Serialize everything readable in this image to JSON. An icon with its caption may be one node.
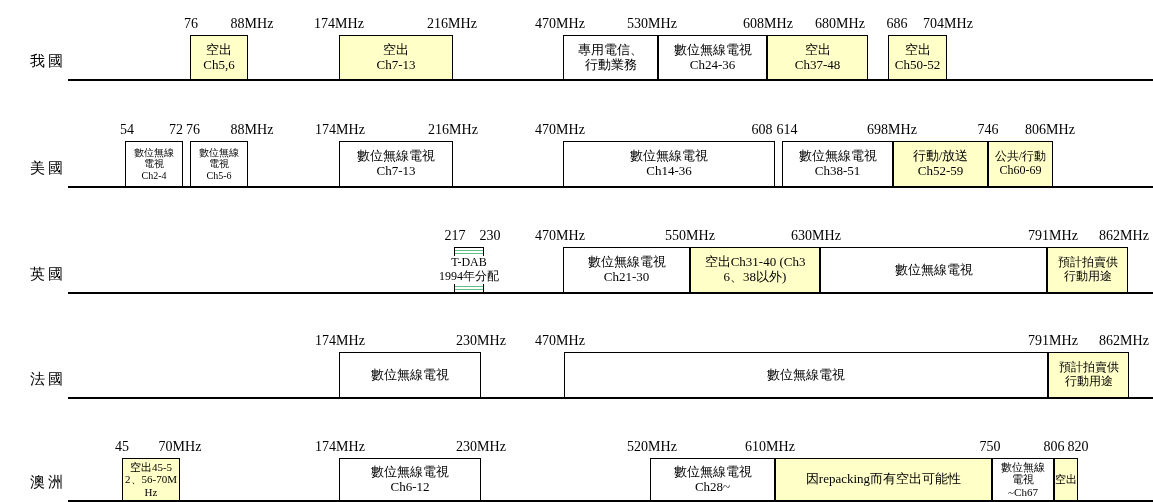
{
  "diagram": {
    "nodes": [
      {
        "text": [
          "空出",
          "Ch5,6"
        ]
      },
      {
        "text": [
          "空出",
          "Ch7-13"
        ]
      },
      {
        "text": [
          "專用電信、行動業務"
        ]
      },
      {
        "text": [
          "數位無線電視",
          "Ch24-36"
        ]
      },
      {
        "text": [
          "空出",
          "Ch37-48"
        ]
      },
      {
        "text": [
          "空出",
          "Ch50-52"
        ]
      },
      {
        "text": [
          "數位無線電視",
          "Ch2-4"
        ]
      },
      {
        "text": [
          "數位無線電視",
          "Ch5-6"
        ]
      },
      {
        "text": [
          "數位無線電視",
          "Ch7-13"
        ]
      },
      {
        "text": [
          "數位無線電視",
          "Ch14-36"
        ]
      },
      {
        "text": [
          "數位無線電視",
          "Ch38-51"
        ]
      },
      {
        "text": [
          "行動/放送",
          "Ch52-59"
        ]
      },
      {
        "text": [
          "公共/行動",
          "Ch60-69"
        ]
      },
      {
        "text": [
          "T-DAB",
          "1994年分配"
        ]
      },
      {
        "text": [
          "數位無線電視",
          "Ch21-30"
        ]
      },
      {
        "text": [
          "空出Ch31-40 (Ch36、38以外)"
        ]
      },
      {
        "text": [
          "數位無線電視"
        ]
      },
      {
        "text": [
          "預計拍賣供行動用途"
        ]
      },
      {
        "text": [
          "數位無線電視"
        ]
      },
      {
        "text": [
          "數位無線電視"
        ]
      },
      {
        "text": [
          "預計拍賣供行動用途"
        ]
      },
      {
        "text": [
          "空出45-52、56-70MHz"
        ]
      },
      {
        "text": [
          "數位無線電視",
          "Ch6-12"
        ]
      },
      {
        "text": [
          "數位無線電視",
          "Ch28~"
        ]
      },
      {
        "text": [
          "因repacking而有空出可能性"
        ]
      },
      {
        "text": [
          "數位無線電視",
          "~Ch67"
        ]
      },
      {
        "text": [
          "空出"
        ]
      }
    ],
    "labels": [
      "76",
      "88MHz",
      "174MHz",
      "216MHz",
      "470MHz",
      "530MHz",
      "608MHz",
      "680MHz",
      "686",
      "704MHz",
      "我國",
      "54",
      "72",
      "76",
      "88MHz",
      "174MHz",
      "216MHz",
      "470MHz",
      "608",
      "614",
      "698MHz",
      "746",
      "806MHz",
      "美國",
      "217",
      "230",
      "470MHz",
      "550MHz",
      "630MHz",
      "791MHz",
      "862MHz",
      "英國",
      "174MHz",
      "230MHz",
      "470MHz",
      "791MHz",
      "862MHz",
      "法國",
      "45",
      "70MHz",
      "174MHz",
      "230MHz",
      "520MHz",
      "610MHz",
      "750",
      "806",
      "820",
      "澳洲"
    ]
  }
}
